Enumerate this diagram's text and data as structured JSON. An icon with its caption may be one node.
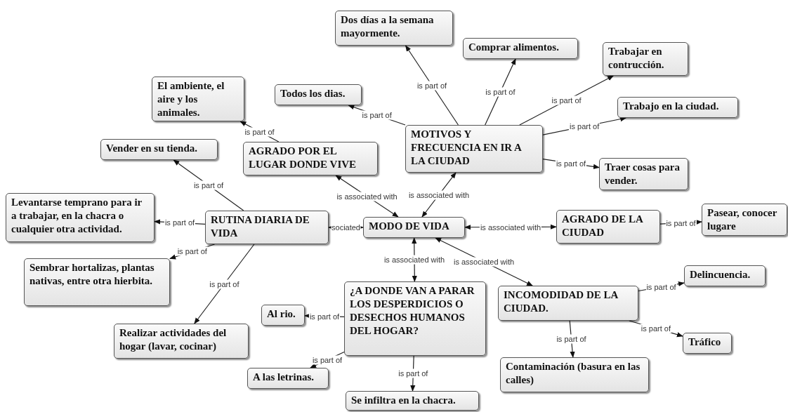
{
  "diagram": {
    "nodes": [
      {
        "text": [
          "MODO DE VIDA"
        ]
      },
      {
        "text": [
          "MOTIVOS Y FRECUENCIA EN IR A LA CIUDAD"
        ]
      },
      {
        "text": [
          "AGRADO POR EL LUGAR DONDE VIVE"
        ]
      },
      {
        "text": [
          "RUTINA DIARIA DE VIDA"
        ]
      },
      {
        "text": [
          "AGRADO DE LA CIUDAD"
        ]
      },
      {
        "text": [
          "¿A DONDE VAN A PARAR LOS DESPERDICIOS O DESECHOS HUMANOS DEL HOGAR?"
        ]
      },
      {
        "text": [
          "INCOMODIDAD DE LA CIUDAD."
        ]
      },
      {
        "text": [
          "Dos días a la semana mayormente."
        ]
      },
      {
        "text": [
          "Comprar alimentos."
        ]
      },
      {
        "text": [
          "Trabajar en contrucción."
        ]
      },
      {
        "text": [
          "Todos los dias."
        ]
      },
      {
        "text": [
          "Trabajo en la ciudad."
        ]
      },
      {
        "text": [
          "Traer cosas para vender."
        ]
      },
      {
        "text": [
          "El ambiente, el aire y los animales."
        ]
      },
      {
        "text": [
          "Vender en su tienda."
        ]
      },
      {
        "text": [
          "Levantarse temprano para ir a trabajar, en la chacra o cualquier otra actividad."
        ]
      },
      {
        "text": [
          "Pasear, conocer lugare"
        ]
      },
      {
        "text": [
          "Sembrar hortalizas, plantas nativas, entre otra hierbita."
        ]
      },
      {
        "text": [
          "Al rio."
        ]
      },
      {
        "text": [
          "Delincuencia."
        ]
      },
      {
        "text": [
          "Realizar actividades del hogar (lavar, cocinar)"
        ]
      },
      {
        "text": [
          "Tráfico"
        ]
      },
      {
        "text": [
          "A las letrinas."
        ]
      },
      {
        "text": [
          "Contaminación (basura en las calles)"
        ]
      },
      {
        "text": [
          "Se infiltra en la chacra."
        ]
      }
    ],
    "edges": [
      {
        "from": 0,
        "to": 2,
        "arrow": "both",
        "label": "is associated with"
      },
      {
        "from": 0,
        "to": 1,
        "arrow": "both",
        "label": "is associated with"
      },
      {
        "from": 0,
        "to": 3,
        "arrow": "both",
        "label": "sociated"
      },
      {
        "from": 0,
        "to": 4,
        "arrow": "both",
        "label": "is associated with"
      },
      {
        "from": 0,
        "to": 5,
        "arrow": "both",
        "label": "is associated with"
      },
      {
        "from": 0,
        "to": 6,
        "arrow": "both",
        "label": "is associated with"
      },
      {
        "from": 1,
        "to": 7,
        "arrow": "to",
        "label": "is part of"
      },
      {
        "from": 1,
        "to": 8,
        "arrow": "to",
        "label": "is part of"
      },
      {
        "from": 1,
        "to": 9,
        "arrow": "to",
        "label": "is part of"
      },
      {
        "from": 1,
        "to": 10,
        "arrow": "to",
        "label": "is part of"
      },
      {
        "from": 1,
        "to": 11,
        "arrow": "to",
        "label": "is part of"
      },
      {
        "from": 1,
        "to": 12,
        "arrow": "to",
        "label": "is part of"
      },
      {
        "from": 2,
        "to": 13,
        "arrow": "to",
        "label": "is part of"
      },
      {
        "from": 3,
        "to": 14,
        "arrow": "to",
        "label": "is part of"
      },
      {
        "from": 3,
        "to": 15,
        "arrow": "to",
        "label": "is part of"
      },
      {
        "from": 3,
        "to": 17,
        "arrow": "to",
        "label": "is part of"
      },
      {
        "from": 3,
        "to": 20,
        "arrow": "to",
        "label": "is part of"
      },
      {
        "from": 4,
        "to": 16,
        "arrow": "to",
        "label": "is part of"
      },
      {
        "from": 5,
        "to": 18,
        "arrow": "to",
        "label": "is part of"
      },
      {
        "from": 5,
        "to": 22,
        "arrow": "to",
        "label": "is part of"
      },
      {
        "from": 5,
        "to": 24,
        "arrow": "to",
        "label": "is part of"
      },
      {
        "from": 6,
        "to": 19,
        "arrow": "to",
        "label": "is part of"
      },
      {
        "from": 6,
        "to": 21,
        "arrow": "to",
        "label": "is part of"
      },
      {
        "from": 6,
        "to": 23,
        "arrow": "to",
        "label": "is part of"
      }
    ]
  }
}
